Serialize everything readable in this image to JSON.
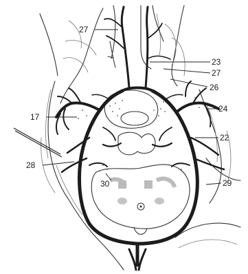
{
  "labels": {
    "l27a": "27",
    "l23": "23",
    "l27b": "27",
    "l26": "26",
    "l24": "24",
    "l17": "17",
    "l22": "22",
    "l28": "28",
    "l30": "30",
    "l29": "29"
  }
}
